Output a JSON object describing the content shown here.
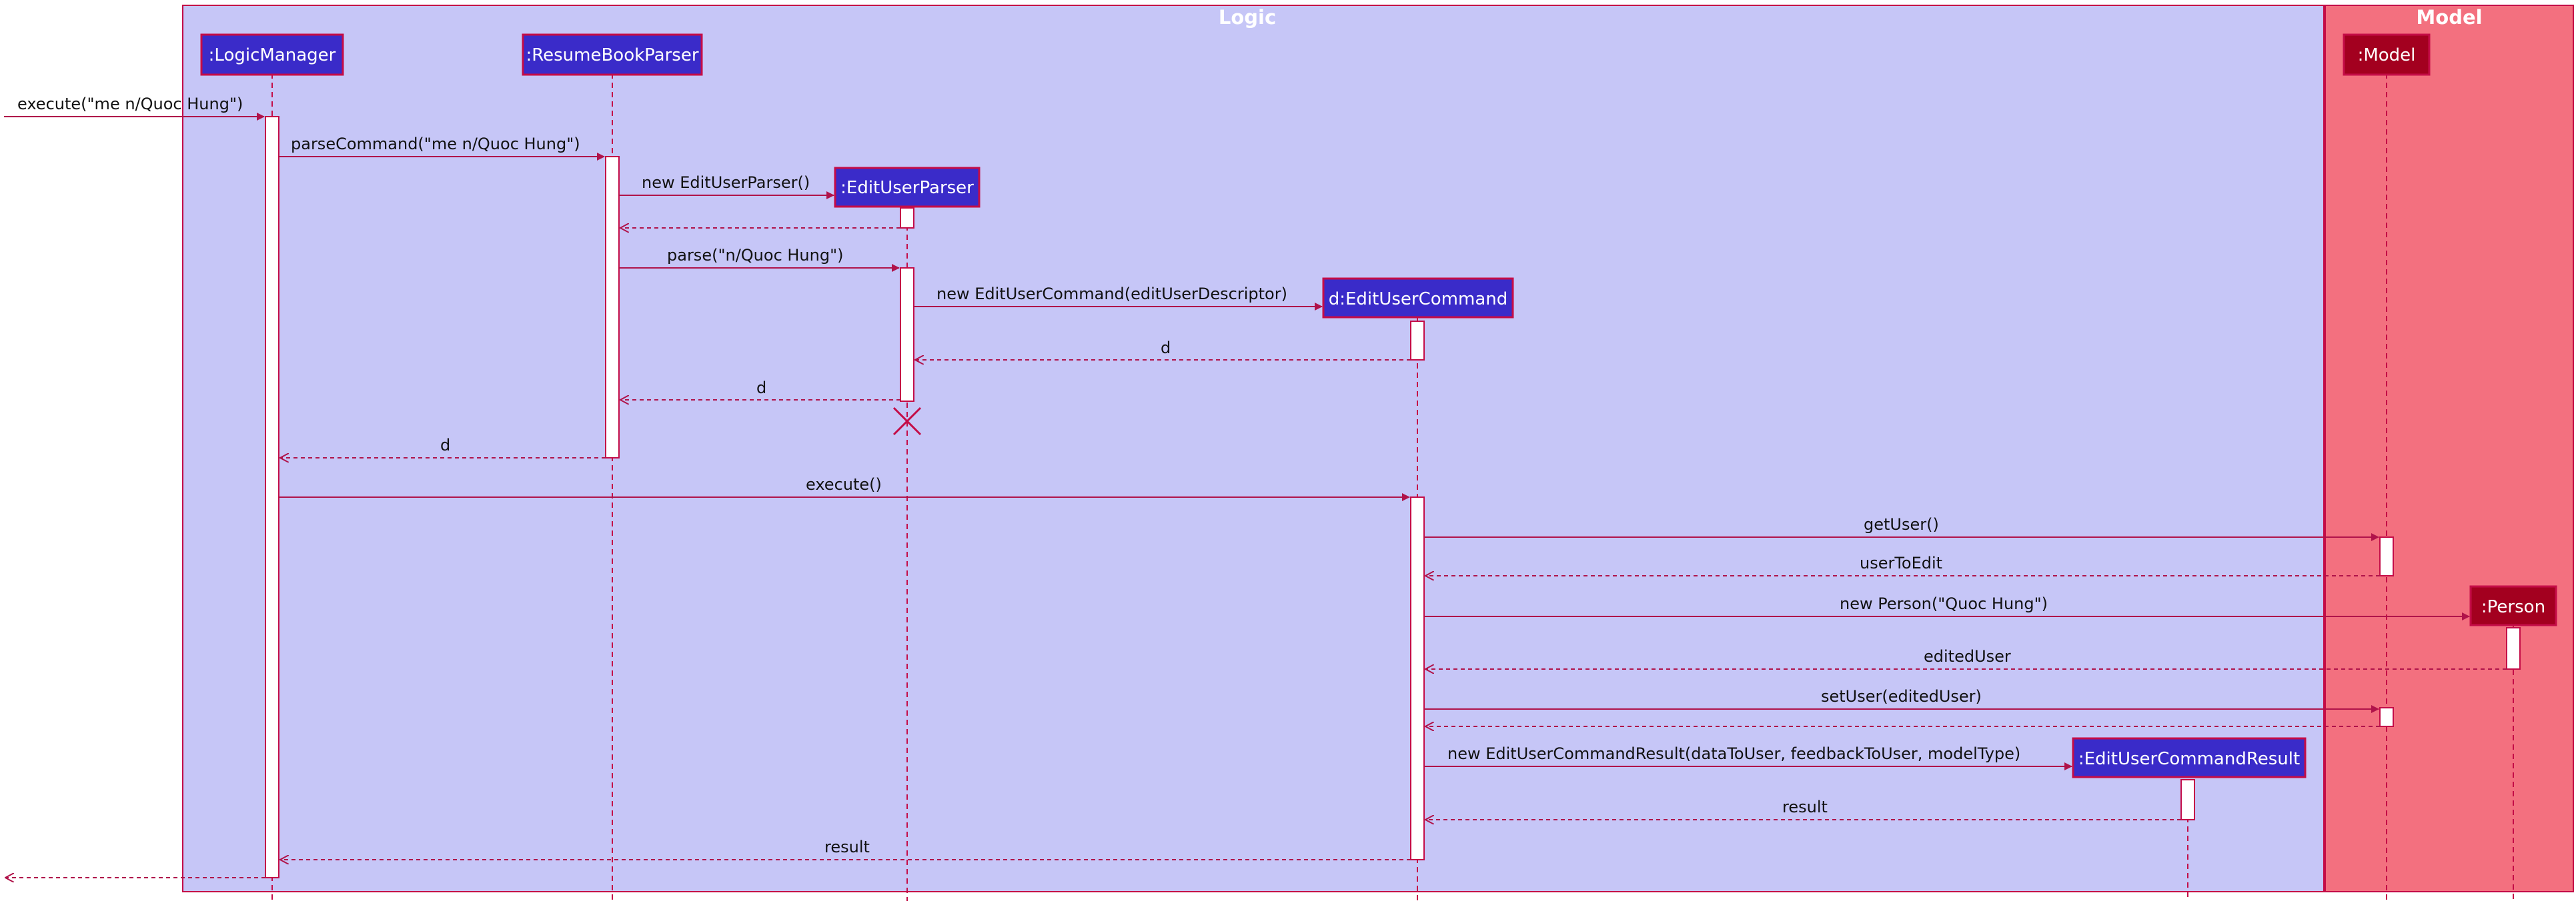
{
  "boxes": {
    "logic": {
      "title": "Logic",
      "fill": "#c6c6f7"
    },
    "model": {
      "title": "Model",
      "fill": "#f3707f"
    }
  },
  "colors": {
    "logic_participant": "#3a2bc9",
    "model_participant": "#a3001f",
    "border": "#c40c47",
    "arrow": "#b0134a",
    "activation": "#ffffff"
  },
  "participants": {
    "logic_manager": ":LogicManager",
    "resume_book_parser": ":ResumeBookParser",
    "edit_user_parser": ":EditUserParser",
    "edit_user_command": "d:EditUserCommand",
    "edit_user_command_result": ":EditUserCommandResult",
    "model": ":Model",
    "person": ":Person"
  },
  "messages": {
    "m1": "execute(\"me n/Quoc Hung\")",
    "m2": "parseCommand(\"me n/Quoc Hung\")",
    "m3": "new EditUserParser()",
    "m4": "parse(\"n/Quoc Hung\")",
    "m5": "new EditUserCommand(editUserDescriptor)",
    "m6": "d",
    "m7": "d",
    "m8": "d",
    "m9": "execute()",
    "m10": "getUser()",
    "m11": "userToEdit",
    "m12": "new Person(\"Quoc Hung\")",
    "m13": "editedUser",
    "m14": "setUser(editedUser)",
    "m15": "new EditUserCommandResult(dataToUser, feedbackToUser, modelType)",
    "m16": "result",
    "m17": "result"
  }
}
